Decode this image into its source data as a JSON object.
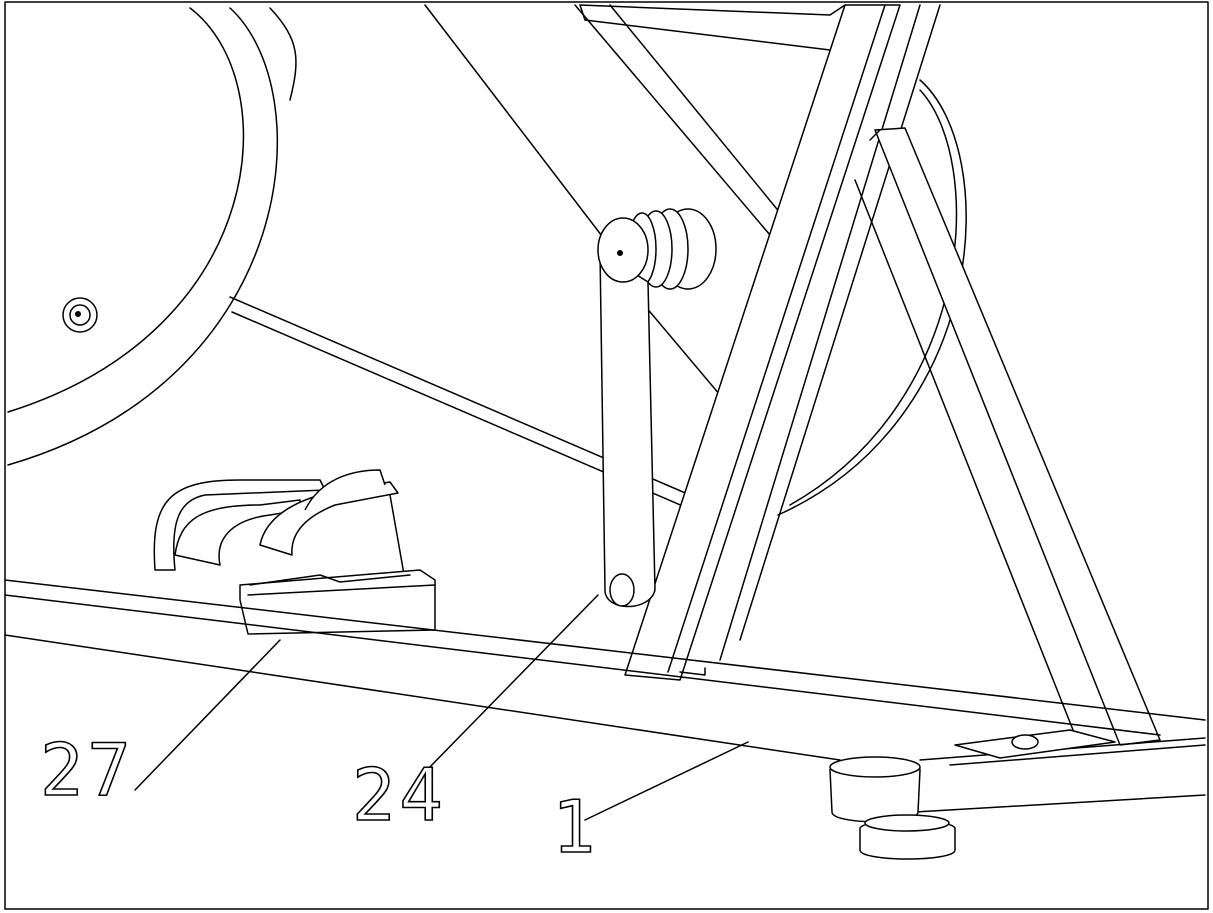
{
  "callouts": [
    {
      "id": "part-27",
      "label": "27"
    },
    {
      "id": "part-24",
      "label": "24"
    },
    {
      "id": "part-1",
      "label": "1"
    }
  ]
}
